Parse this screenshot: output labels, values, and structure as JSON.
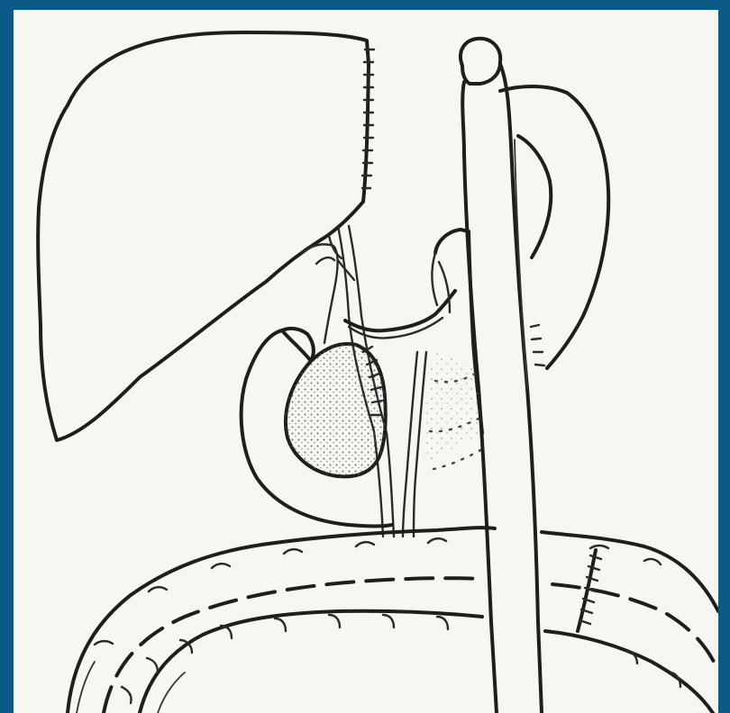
{
  "figure": {
    "kind": "surgical-line-drawing",
    "background_color": "#0b5a88",
    "paper_color": "#f7f7f2",
    "ink_color": "#1e1e1e",
    "structures": [
      "liver",
      "gallbladder-pouch",
      "pancreas-remnant",
      "duodenum",
      "jejunal-loop",
      "transverse-colon",
      "stomach-remnant",
      "nasogastric-tube",
      "hepaticojejunostomy",
      "vascular-pedicle"
    ]
  }
}
